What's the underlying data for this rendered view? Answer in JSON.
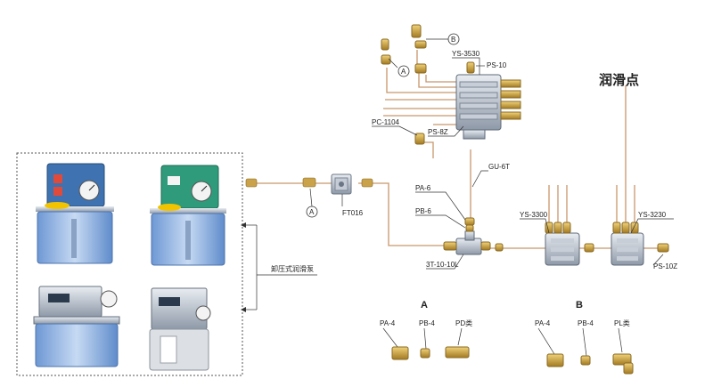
{
  "title": "润滑点",
  "pump_caption": "卸压式润滑泵",
  "parts": {
    "ys3530": "YS-3530",
    "ps10": "PS-10",
    "pc1104": "PC-1104",
    "ps8z": "PS-8Z",
    "gu6t": "GU-6T",
    "pa6": "PA-6",
    "pb6": "PB-6",
    "ys3300": "YS-3300",
    "ys3230": "YS-3230",
    "ps10z": "PS-10Z",
    "t3": "3T-10-10L",
    "ft016": "FT016"
  },
  "markers": {
    "a": "A",
    "b": "B"
  },
  "group_a": {
    "title": "A",
    "items": [
      "PA-4",
      "PB-4",
      "PD类"
    ]
  },
  "group_b": {
    "title": "B",
    "items": [
      "PA-4",
      "PB-4",
      "PL类"
    ]
  },
  "colors": {
    "tube": "#c8966a",
    "brass": "#c9a24a",
    "tank": "#7fa6dc",
    "panel_blue": "#3f72b0",
    "panel_green": "#2f9b7a",
    "steel": "#a9b4c2"
  }
}
